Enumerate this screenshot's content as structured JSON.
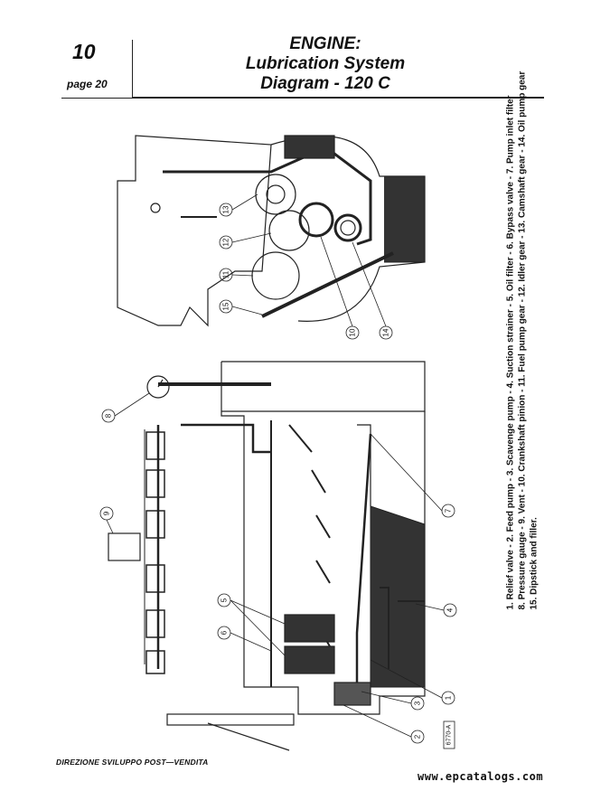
{
  "header": {
    "page_number": "10",
    "page_label": "page 20",
    "title_line1": "ENGINE:",
    "title_line2": "Lubrication System",
    "title_line3": "Diagram - 120 C"
  },
  "legend": {
    "line1": "1. Relief valve - 2. Feed pump - 3. Scavenge pump - 4. Suction strainer - 5. Oil filter - 6. Bypass valve - 7. Pump inlet filter",
    "line2": "8. Pressure gauge - 9. Vent - 10. Crankshaft pinion - 11. Fuel pump gear - 12. Idler gear - 13. Camshaft gear - 14. Oil pump gear",
    "line3": "15. Dipstick and filler."
  },
  "diagram": {
    "callouts": [
      "1",
      "2",
      "3",
      "4",
      "5",
      "6",
      "7",
      "8",
      "9",
      "10",
      "11",
      "12",
      "13",
      "14",
      "15"
    ],
    "drawing_code": "6770-A"
  },
  "footer": {
    "text": "DIREZIONE SVILUPPO POST—VENDITA"
  },
  "watermark": {
    "text": "www.epcatalogs.com"
  }
}
